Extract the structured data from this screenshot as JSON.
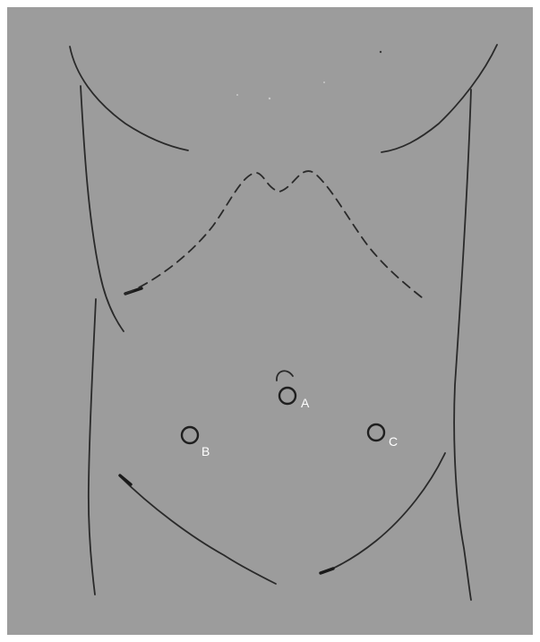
{
  "colors": {
    "paper": "#9c9c9c",
    "border": "#ffffff",
    "ink": "#2a2a2a",
    "label": "#ffffff"
  },
  "markers": {
    "a": {
      "label": "A"
    },
    "b": {
      "label": "B"
    },
    "c": {
      "label": "C"
    }
  }
}
